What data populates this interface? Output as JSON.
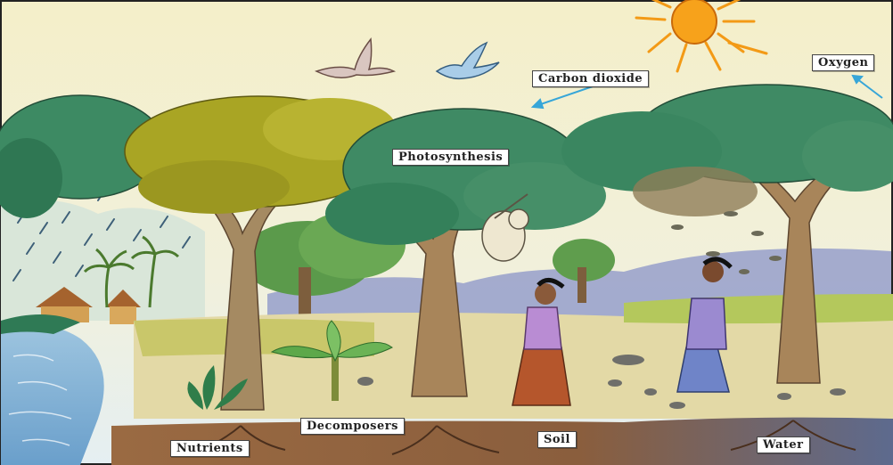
{
  "labels": {
    "carbon_dioxide": "Carbon dioxide",
    "oxygen": "Oxygen",
    "photosynthesis": "Photosynthesis",
    "decomposers": "Decomposers",
    "nutrients": "Nutrients",
    "soil": "Soil",
    "water": "Water"
  },
  "colors": {
    "sky_top": "#f4efc9",
    "sky_bottom": "#e9f0f3",
    "sun": "#f7a21b",
    "canopy_dark": "#3f8a64",
    "canopy_olive": "#a9a524",
    "trunk": "#9a7b52",
    "ground": "#e2d9a6",
    "soil": "#8b5a36",
    "river": "#8cb8d8",
    "arrow": "#37a6d8"
  },
  "icons": [
    "sun-icon",
    "bird-icon",
    "bird-icon",
    "sloth-icon",
    "woman-icon",
    "woman-icon",
    "house-icon"
  ]
}
